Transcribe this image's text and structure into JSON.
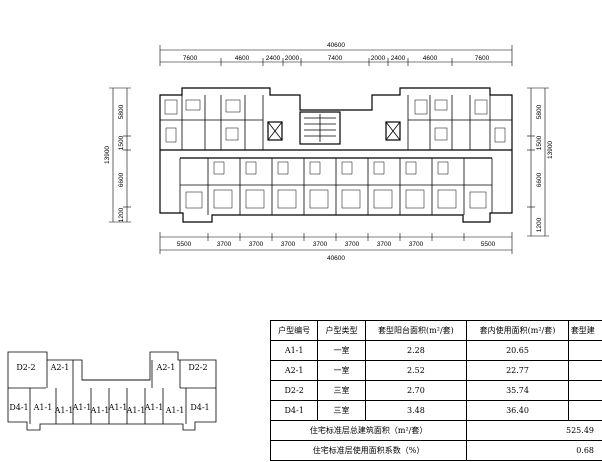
{
  "plan": {
    "top_total": "40600",
    "top_dims": [
      "7600",
      "4600",
      "2400",
      "2000",
      "7400",
      "2000",
      "2400",
      "4600",
      "7600"
    ],
    "bottom_total": "40600",
    "bottom_dims": [
      "5500",
      "3700",
      "3700",
      "3700",
      "3700",
      "3700",
      "3700",
      "3700",
      "5500"
    ],
    "left_total": "13900",
    "left_dims": [
      "5800",
      "1500",
      "6600",
      "1200"
    ],
    "right_total": "13900",
    "right_dims": [
      "5800",
      "1500",
      "6600",
      "1200"
    ]
  },
  "key_plan": {
    "units": [
      "D2-2",
      "A2-1",
      "A2-1",
      "D2-2",
      "D4-1",
      "A1-1",
      "A1-1",
      "A1-1",
      "A1-1",
      "A1-1",
      "A1-1",
      "A1-1",
      "A1-1",
      "D4-1"
    ]
  },
  "area_table": {
    "headers": [
      "户型编号",
      "户型类型",
      "套型阳台面积(m²/套)",
      "套内使用面积(m²/套)",
      "套型建"
    ],
    "rows": [
      [
        "A1-1",
        "一室",
        "2.28",
        "20.65",
        ""
      ],
      [
        "A2-1",
        "一室",
        "2.52",
        "22.77",
        ""
      ],
      [
        "D2-2",
        "三室",
        "2.70",
        "35.74",
        ""
      ],
      [
        "D4-1",
        "三室",
        "3.48",
        "36.40",
        ""
      ]
    ],
    "summary": [
      {
        "label": "住宅标准层总建筑面积（m²/套）",
        "value": "525.49"
      },
      {
        "label": "住宅标准层使用面积系数（%）",
        "value": "0.68"
      }
    ]
  }
}
